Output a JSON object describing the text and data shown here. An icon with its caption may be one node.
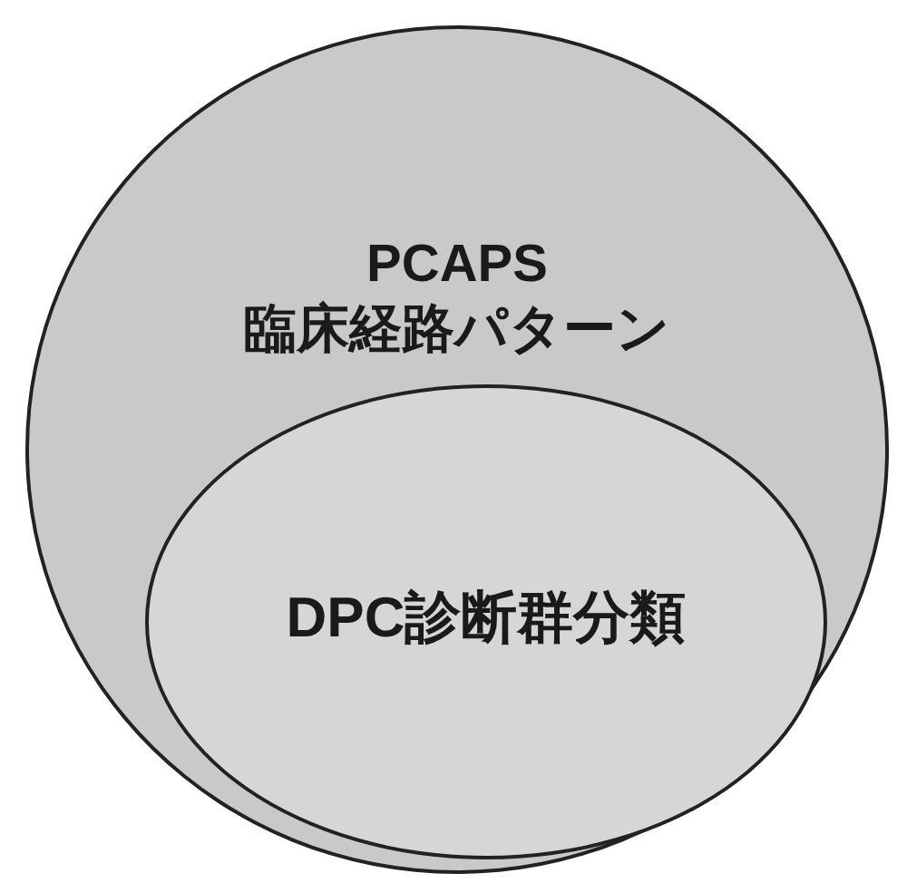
{
  "diagram": {
    "nodes": [
      {
        "text": [
          "PCAPS 臨床経路パターン"
        ]
      },
      {
        "text": [
          "DPC診断群分類"
        ],
        "in": 0
      }
    ],
    "edges": []
  }
}
